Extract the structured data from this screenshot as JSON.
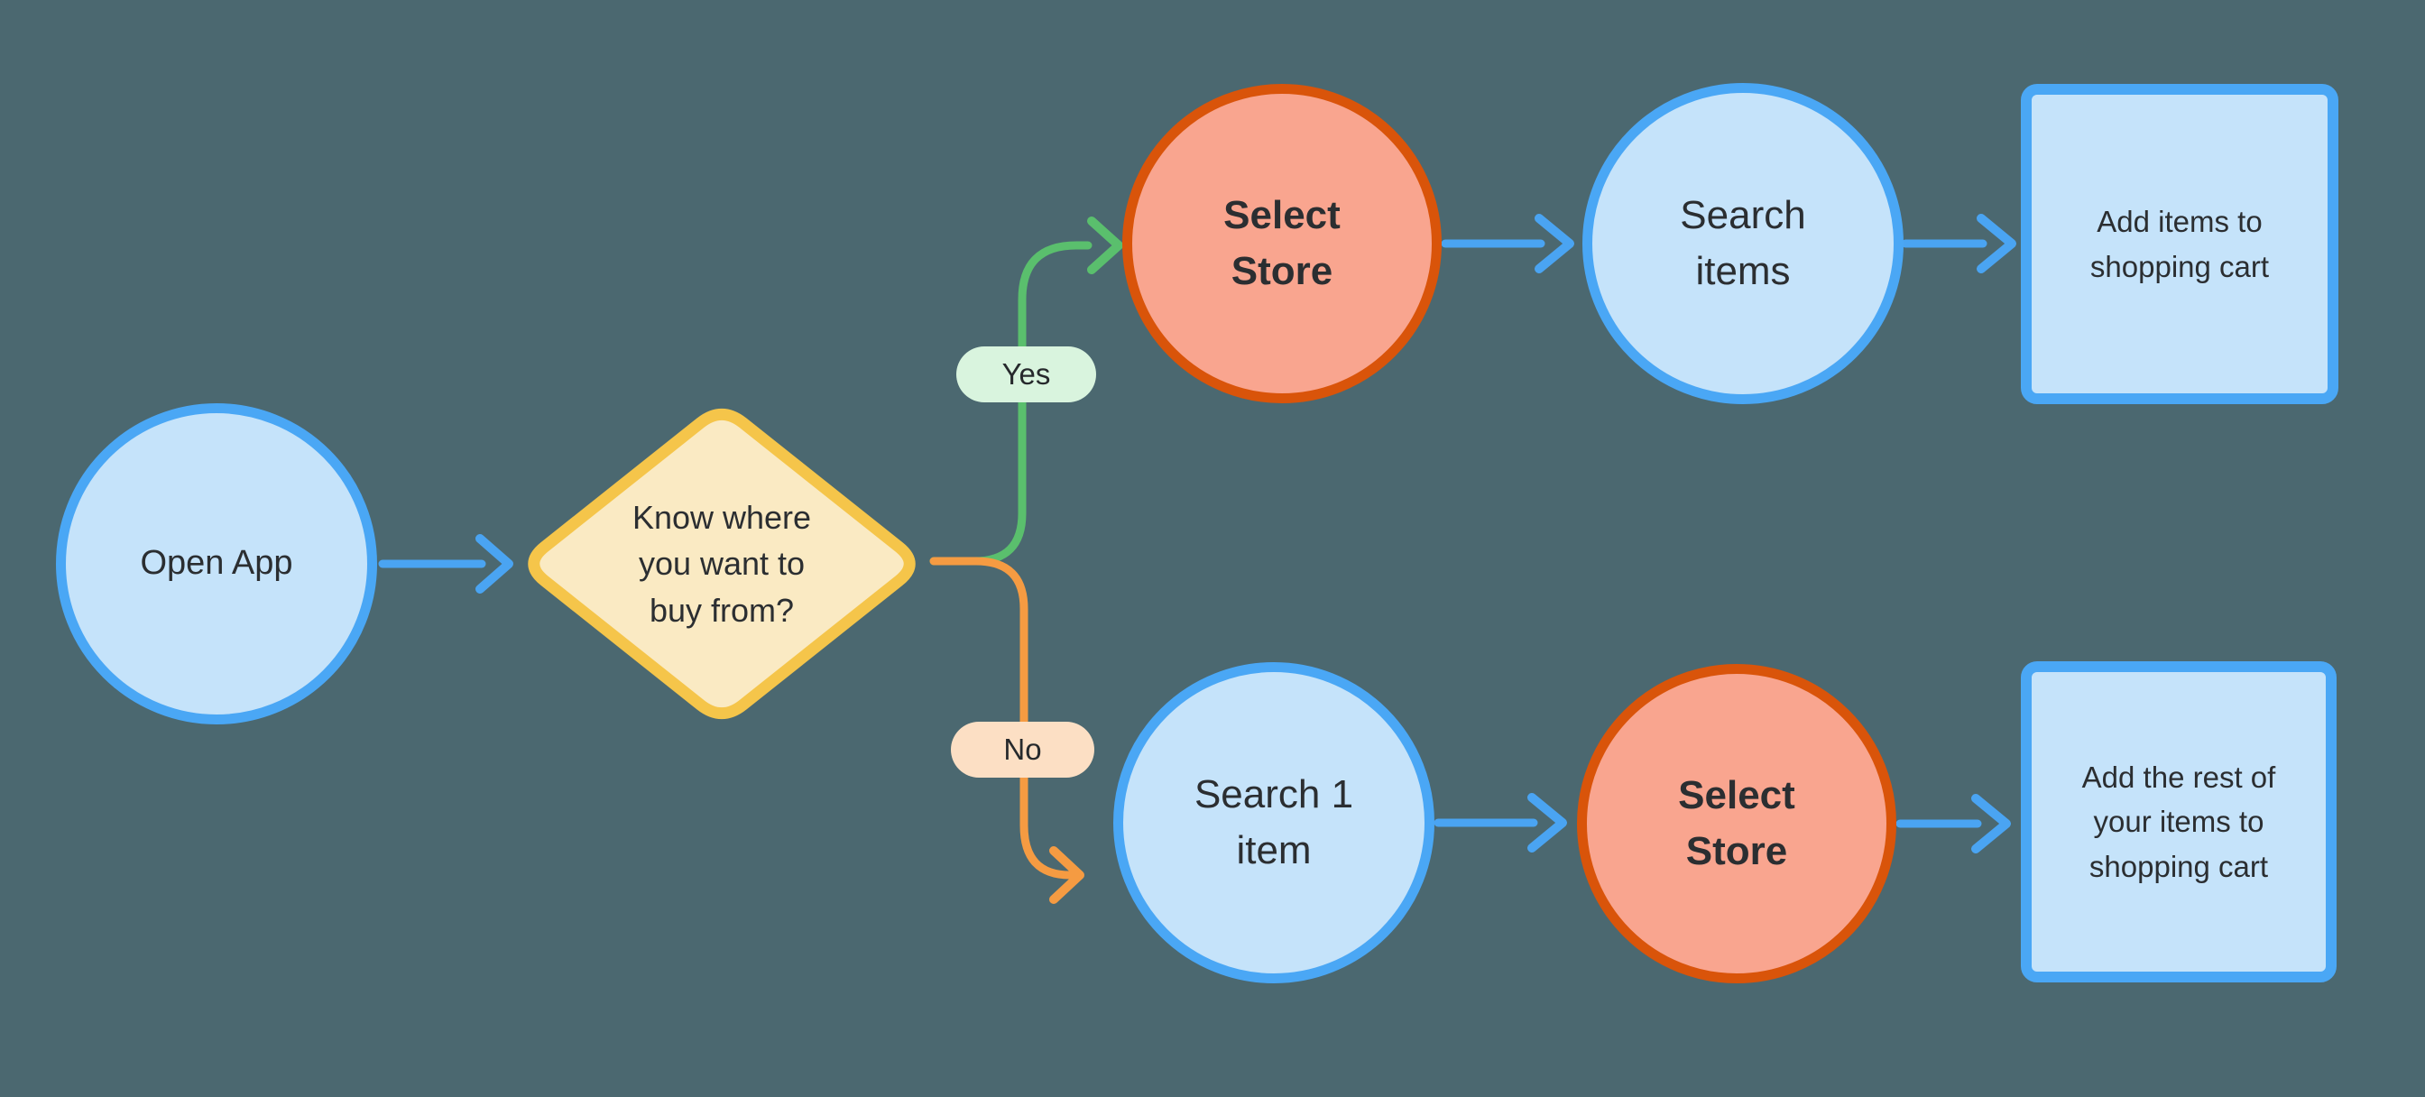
{
  "diagram": {
    "type": "flowchart",
    "background": "#4B6870"
  },
  "colors": {
    "blue_fill": "#C5E3FA",
    "blue_stroke": "#4AA7F5",
    "salmon_fill": "#F9A58F",
    "salmon_stroke": "#D9540A",
    "yellow_fill": "#FAEAC3",
    "yellow_stroke": "#F5C54A",
    "green_edge": "#5ABF6D",
    "orange_edge": "#F59B42",
    "blue_edge": "#4AA4F2",
    "yes_pill_bg": "#D9F4DE",
    "no_pill_bg": "#FCDFC4",
    "text": "#2B2E31"
  },
  "nodes": {
    "open_app": {
      "label": "Open App",
      "shape": "circle",
      "color": "blue"
    },
    "decision": {
      "label": "Know where you want to buy from?",
      "shape": "diamond",
      "color": "yellow"
    },
    "select_store_top": {
      "label": "Select Store",
      "shape": "circle",
      "color": "salmon"
    },
    "search_items": {
      "label": "Search items",
      "shape": "circle",
      "color": "blue"
    },
    "add_items": {
      "label": "Add items to shopping cart",
      "shape": "rounded-square",
      "color": "blue"
    },
    "search_one_item": {
      "label": "Search 1 item",
      "shape": "circle",
      "color": "blue"
    },
    "select_store_bottom": {
      "label": "Select Store",
      "shape": "circle",
      "color": "salmon"
    },
    "add_rest": {
      "label": "Add the rest of your items to shopping cart",
      "shape": "rounded-square",
      "color": "blue"
    }
  },
  "edge_labels": {
    "yes": "Yes",
    "no": "No"
  },
  "edges": [
    {
      "from": "open_app",
      "to": "decision",
      "color": "blue"
    },
    {
      "from": "decision",
      "to": "select_store_top",
      "label": "Yes",
      "color": "green"
    },
    {
      "from": "decision",
      "to": "search_one_item",
      "label": "No",
      "color": "orange"
    },
    {
      "from": "select_store_top",
      "to": "search_items",
      "color": "blue"
    },
    {
      "from": "search_items",
      "to": "add_items",
      "color": "blue"
    },
    {
      "from": "search_one_item",
      "to": "select_store_bottom",
      "color": "blue"
    },
    {
      "from": "select_store_bottom",
      "to": "add_rest",
      "color": "blue"
    }
  ]
}
